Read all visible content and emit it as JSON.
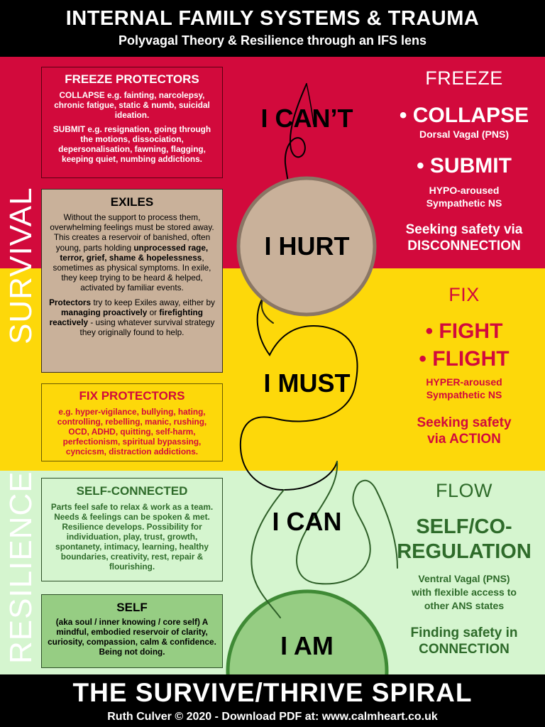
{
  "header": {
    "title": "INTERNAL FAMILY SYSTEMS & TRAUMA",
    "subtitle": "Polyvagal Theory & Resilience through an IFS lens"
  },
  "side_labels": {
    "survival": "SURVIVAL",
    "resilience": "RESILIENCE"
  },
  "boxes": {
    "freeze_protectors": {
      "heading": "FREEZE PROTECTORS",
      "p1": "COLLAPSE e.g. fainting, narcolepsy, chronic fatigue, static & numb, suicidal ideation.",
      "p2": "SUBMIT e.g. resignation, going through the motions, dissociation, depersonalisation, fawning, flagging, keeping quiet, numbing addictions."
    },
    "exiles": {
      "heading": "EXILES",
      "p1a": "Without the support to process them, overwhelming feelings must be stored away. This creates a reservoir of banished, often young, parts holding ",
      "p1b": "unprocessed rage, terror, grief, shame & hopelessness",
      "p1c": ", sometimes as physical symptoms. In exile, they keep trying to be heard & helped, activated by familiar events.",
      "p2a": "Protectors",
      "p2b": " try to keep Exiles away, either by ",
      "p2c": "managing proactively",
      "p2d": " or ",
      "p2e": "firefighting reactively",
      "p2f": " - using whatever survival strategy they originally found to help."
    },
    "fix_protectors": {
      "heading": "FIX PROTECTORS",
      "p1": "e.g. hyper-vigilance, bullying, hating, controlling, rebelling, manic, rushing, OCD, ADHD, quitting, self-harm, perfectionism, spiritual bypassing, cyncicsm, distraction addictions."
    },
    "self_connected": {
      "heading": "SELF-CONNECTED",
      "p1": "Parts feel safe to relax & work as a team. Needs & feelings can be spoken & met.  Resilience develops. Possibility for individuation, play, trust, growth, spontanety, intimacy, learning, healthy boundaries, creativity, rest, repair & flourishing."
    },
    "self": {
      "heading": "SELF",
      "p1": "(aka soul / inner knowing / core self) A mindful, embodied reservoir of clarity, curiosity, compassion, calm & confidence. Being not doing."
    }
  },
  "statements": {
    "cant": "I CAN’T",
    "hurt": "I HURT",
    "must": "I MUST",
    "can": "I CAN",
    "am": "I AM"
  },
  "right": {
    "freeze": {
      "label": "FREEZE",
      "collapse": "• COLLAPSE",
      "collapse_sub": "Dorsal Vagal (PNS)",
      "submit": "• SUBMIT",
      "submit_sub1": "HYPO-aroused",
      "submit_sub2": "Sympathetic NS",
      "safety1": "Seeking safety via",
      "safety2": "DISCONNECTION"
    },
    "fix": {
      "label": "FIX",
      "fight": "• FIGHT",
      "flight": "• FLIGHT",
      "sub1": "HYPER-aroused",
      "sub2": "Sympathetic NS",
      "safety1": "Seeking safety",
      "safety2": "via ACTION"
    },
    "flow": {
      "label": "FLOW",
      "title1": "SELF/CO-",
      "title2": "REGULATION",
      "sub1": "Ventral Vagal (PNS)",
      "sub2": "with flexible access to",
      "sub3": "other ANS states",
      "safety1": "Finding safety in",
      "safety2": "CONNECTION"
    }
  },
  "footer": {
    "title": "THE SURVIVE/THRIVE SPIRAL",
    "credit": "Ruth Culver © 2020  -  Download PDF at: www.calmheart.co.uk"
  },
  "colors": {
    "survival_red": "#d20a3c",
    "fix_yellow": "#fdd80a",
    "resilience_green": "#d5f5cf",
    "exiles_tan": "#c9b19a",
    "self_green": "#96cd83",
    "flow_text_green": "#2e6b2a"
  }
}
